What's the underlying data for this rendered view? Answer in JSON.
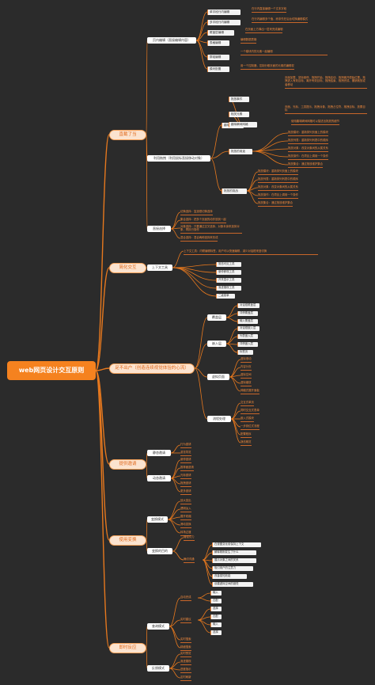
{
  "root": "web网页设计交互原则",
  "branches": [
    {
      "label": "直截了当",
      "children": [
        {
          "label": "页内编辑（直接编辑内容）",
          "children": [
            {
              "label": "单字段行内编辑",
              "note": "在行内直接编辑一个文本字段"
            },
            {
              "label": "多字段行内编辑",
              "note": "在行内编辑多个值，而非先在后台切换编辑模式"
            },
            {
              "label": "覆盖层编辑",
              "note": "在页面上方弹出一层来完成编辑"
            },
            {
              "label": "表格编辑",
              "note": "编辑数据表格"
            },
            {
              "label": "群组编辑",
              "note": "一个模块内的元素一起编辑"
            },
            {
              "label": "模块配置",
              "note": "用一个控制器，控制分散页面的元素的编辑权"
            }
          ]
        },
        {
          "label": "利用拖拽（利用鼠标直接移动对象）",
          "children": [
            {
              "label": "趣味瞬间",
              "children": [
                {
                  "label": "拖放事件",
                  "note": "页面加载、鼠标悬停、拖拽开始、拖拽启动、拖拽离开原始位置、拖拽进入有效目标、离开有效目标、拖拽结束、拖拽完成、撤销拖放或者移动"
                },
                {
                  "label": "相关元素",
                  "note": "页面、光标、工具提示、拖拽对象、拖拽占位符、拖拽目标、放置目标"
                },
                {
                  "label": "趣味瞬间网格",
                  "note": "使用趣味瞬间网格可以描述出拖放的细节"
                }
              ]
            },
            {
              "label": "拖放的用途",
              "items": [
                "拖放模块：重新排列页面上的模块",
                "拖放列表：重新排列列表中的顺序",
                "拖放对象：改变对象间的从属关系",
                "拖放操作：在项目上调用一个操作",
                "拖放集合：通过拖放维护集合"
              ]
            },
            {
              "label": "拖放的挑战",
              "items": [
                "拖放模块：重新排列页面上的模块",
                "拖放列表：重新排列列表中的顺序",
                "拖放对象：改变对象间的从属关系",
                "拖放操作：在项目上调用一个操作",
                "拖放集合：通过拖放维护集合"
              ]
            }
          ]
        },
        {
          "label": "直接选择",
          "items": [
            "切换选择：复选框切换选择",
            "集合选择：把多个页面的动作放到一起",
            "对象选择：只要通过交叉选择、对象本身来选择对象，再执行操作",
            "混合选择：混合两种选择来形成"
          ]
        }
      ]
    },
    {
      "label": "简化交互",
      "children": [
        {
          "label": "上下文工具",
          "note": "上下文工具：内联编辑标签，用户可以快速编辑，减少对话框来回切换",
          "children": [
            {
              "label": "常态可见工具"
            },
            {
              "label": "悬停即现工具"
            },
            {
              "label": "开关显示工具"
            },
            {
              "label": "渐进展现工具"
            },
            {
              "label": "二级菜单"
            }
          ]
        }
      ]
    },
    {
      "label": "足不出户（创造连续视觉体验的心流）",
      "children": [
        {
          "label": "覆盖层",
          "items": [
            "对话框覆盖层",
            "详情覆盖层",
            "输入覆盖层"
          ]
        },
        {
          "label": "嵌入层",
          "items": [
            "对话框嵌入层",
            "列表嵌入层",
            "详情嵌入层",
            "标签页"
          ]
        },
        {
          "label": "虚拟页面",
          "items": [
            "虚拟滚动",
            "内容分页",
            "虚拟空间",
            "虚拟缩放",
            "伸缩式展开面板"
          ]
        },
        {
          "label": "流程处理",
          "items": [
            "交互式单页",
            "同时交互式表单",
            "嵌入式模块",
            "一步到位式流程",
            "配置程序",
            "静态概览"
          ]
        }
      ]
    },
    {
      "label": "提供邀请",
      "children": [
        {
          "label": "静态邀请",
          "items": [
            "行为邀请",
            "游览导览"
          ]
        },
        {
          "label": "动态邀请",
          "items": [
            "悬停邀请",
            "推荐面邀请",
            "光标邀请",
            "拖拽邀请",
            "更多邀请"
          ]
        }
      ]
    },
    {
      "label": "使用变换",
      "children": [
        {
          "label": "变换模式",
          "items": [
            "放大突出",
            "透明淡入",
            "展开收缩",
            "滑动变换",
            "转场过渡"
          ]
        },
        {
          "label": "变换的目的",
          "children": [
            {
              "label": "增强引力"
            },
            {
              "label": "确切沟通",
              "items": [
                "在视图变化前保持上下文",
                "解释刚刚发生了什么",
                "展示对象之间的关系",
                "吸引用户的注意力",
                "改善感知效能",
                "创建虚拟空间的错觉"
              ]
            }
          ]
        }
      ]
    },
    {
      "label": "即时反应",
      "children": [
        {
          "label": "查询模式",
          "children": [
            {
              "label": "自动完成",
              "items": [
                "输入",
                "匹配"
              ]
            },
            {
              "label": "实时建议",
              "items": [
                "选择",
                "匹配",
                "输入",
                "选择"
              ]
            },
            {
              "label": "实时搜索"
            },
            {
              "label": "精细搜索"
            }
          ]
        },
        {
          "label": "反馈模式",
          "items": [
            "实时预览",
            "渐进展现",
            "进度指示",
            "定时刷新"
          ]
        }
      ]
    }
  ]
}
